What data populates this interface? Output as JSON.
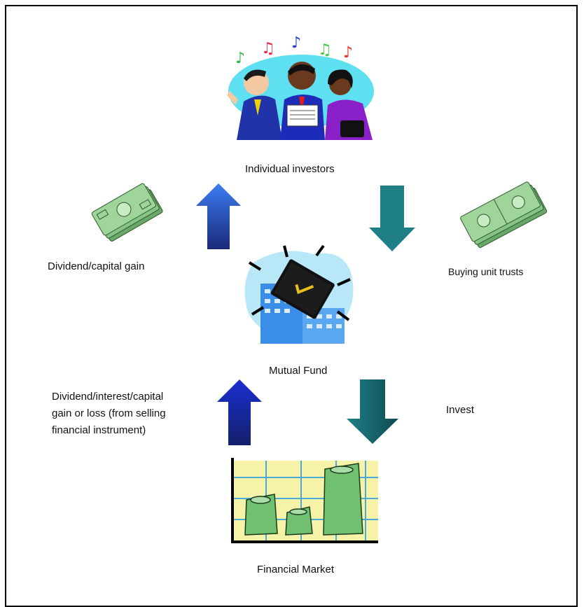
{
  "nodes": {
    "investors": "Individual investors",
    "mutual_fund": "Mutual Fund",
    "financial_market": "Financial Market"
  },
  "flows": {
    "buying": "Buying unit trusts",
    "dividend_capital": "Dividend/capital gain",
    "invest": "Invest",
    "returns": [
      "Dividend/interest/capital",
      "gain or loss (from selling",
      "financial instrument)"
    ]
  },
  "colors": {
    "up_arrow": "#1a2fa8",
    "down_arrow": "#1f7f86",
    "cash": "#9fd49a"
  }
}
